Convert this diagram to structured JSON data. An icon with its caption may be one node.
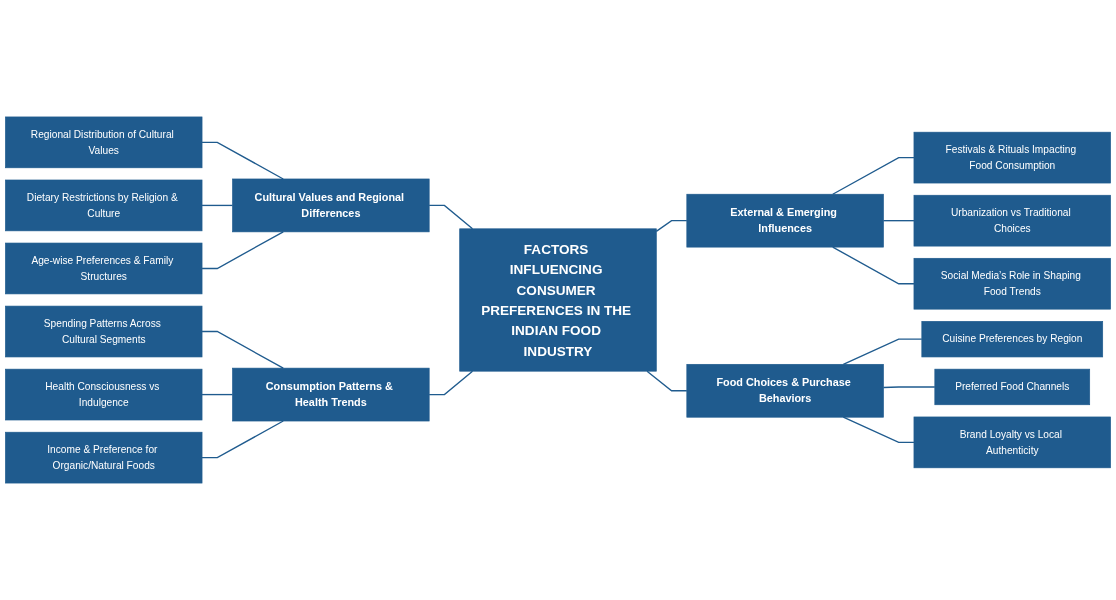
{
  "diagram": {
    "nodes": [
      {
        "text": [
          "Regional Distribution of Cultural Values"
        ]
      },
      {
        "text": [
          "Dietary Restrictions by Religion & Culture"
        ]
      },
      {
        "text": [
          "Age-wise Preferences & Family Structures"
        ]
      },
      {
        "text": [
          "Cultural Values and Regional Differences"
        ]
      },
      {
        "text": [
          "External & Emerging Influences"
        ]
      },
      {
        "text": [
          "Festivals & Rituals Impacting Food Consumption"
        ]
      },
      {
        "text": [
          "Urbanization vs Traditional Choices"
        ]
      },
      {
        "text": [
          "Social Media’s Role in Shaping Food Trends"
        ]
      },
      {
        "text": [
          "FACTORS INFLUENCING CONSUMER PREFERENCES IN THE INDIAN FOOD INDUSTRY"
        ]
      },
      {
        "text": [
          "Spending Patterns Across Cultural Segments"
        ]
      },
      {
        "text": [
          "Health Consciousness vs Indulgence"
        ]
      },
      {
        "text": [
          "Income & Preference for Organic/Natural Foods"
        ]
      },
      {
        "text": [
          "Consumption Patterns & Health Trends"
        ]
      },
      {
        "text": [
          "Food Choices & Purchase Behaviors"
        ]
      },
      {
        "text": [
          "Cuisine Preferences by Region"
        ]
      },
      {
        "text": [
          "Preferred Food Channels"
        ]
      },
      {
        "text": [
          "Brand Loyalty vs Local Authenticity"
        ]
      }
    ],
    "edges": [
      {
        "from": 0,
        "to": 3,
        "arrow": "none"
      },
      {
        "from": 1,
        "to": 3,
        "arrow": "none"
      },
      {
        "from": 2,
        "to": 3,
        "arrow": "none"
      },
      {
        "from": 3,
        "to": 8,
        "arrow": "none"
      },
      {
        "from": 8,
        "to": 4,
        "arrow": "none"
      },
      {
        "from": 4,
        "to": 5,
        "arrow": "none"
      },
      {
        "from": 4,
        "to": 6,
        "arrow": "none"
      },
      {
        "from": 4,
        "to": 7,
        "arrow": "none"
      },
      {
        "from": 9,
        "to": 12,
        "arrow": "none"
      },
      {
        "from": 10,
        "to": 12,
        "arrow": "none"
      },
      {
        "from": 11,
        "to": 12,
        "arrow": "none"
      },
      {
        "from": 12,
        "to": 8,
        "arrow": "none"
      },
      {
        "from": 8,
        "to": 13,
        "arrow": "none"
      },
      {
        "from": 13,
        "to": 14,
        "arrow": "none"
      },
      {
        "from": 13,
        "to": 15,
        "arrow": "none"
      },
      {
        "from": 13,
        "to": 16,
        "arrow": "none"
      }
    ]
  }
}
